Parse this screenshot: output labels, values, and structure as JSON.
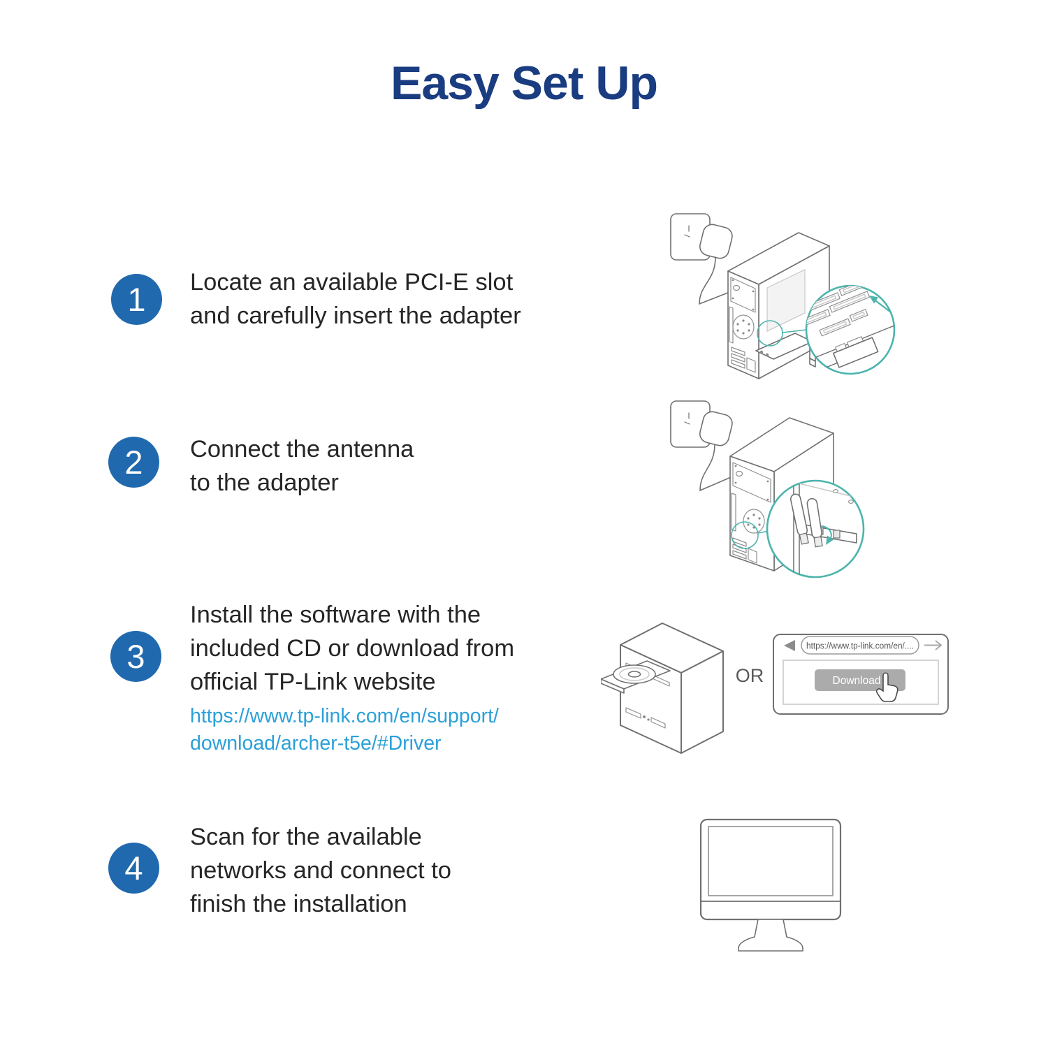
{
  "title": "Easy Set Up",
  "colors": {
    "navy": "#1a3c80",
    "badge-blue": "#2069ae",
    "link-blue": "#2ba0d8",
    "teal": "#4cb4ac",
    "text": "#262626"
  },
  "steps": [
    {
      "number": "1",
      "lines": [
        "Locate an available PCI-E slot",
        "and carefully insert the adapter"
      ]
    },
    {
      "number": "2",
      "lines": [
        "Connect the antenna",
        "to the adapter"
      ]
    },
    {
      "number": "3",
      "lines": [
        "Install the software with the",
        "included CD or download from",
        "official TP-Link website"
      ],
      "link_lines": [
        "https://www.tp-link.com/en/support/",
        "download/archer-t5e/#Driver"
      ]
    },
    {
      "number": "4",
      "lines": [
        "Scan for the available",
        "networks and connect to",
        "finish the installation"
      ]
    }
  ],
  "illustrations": {
    "step3": {
      "or_label": "OR",
      "browser_url": "https://www.tp-link.com/en/....",
      "download_label": "Download"
    }
  }
}
